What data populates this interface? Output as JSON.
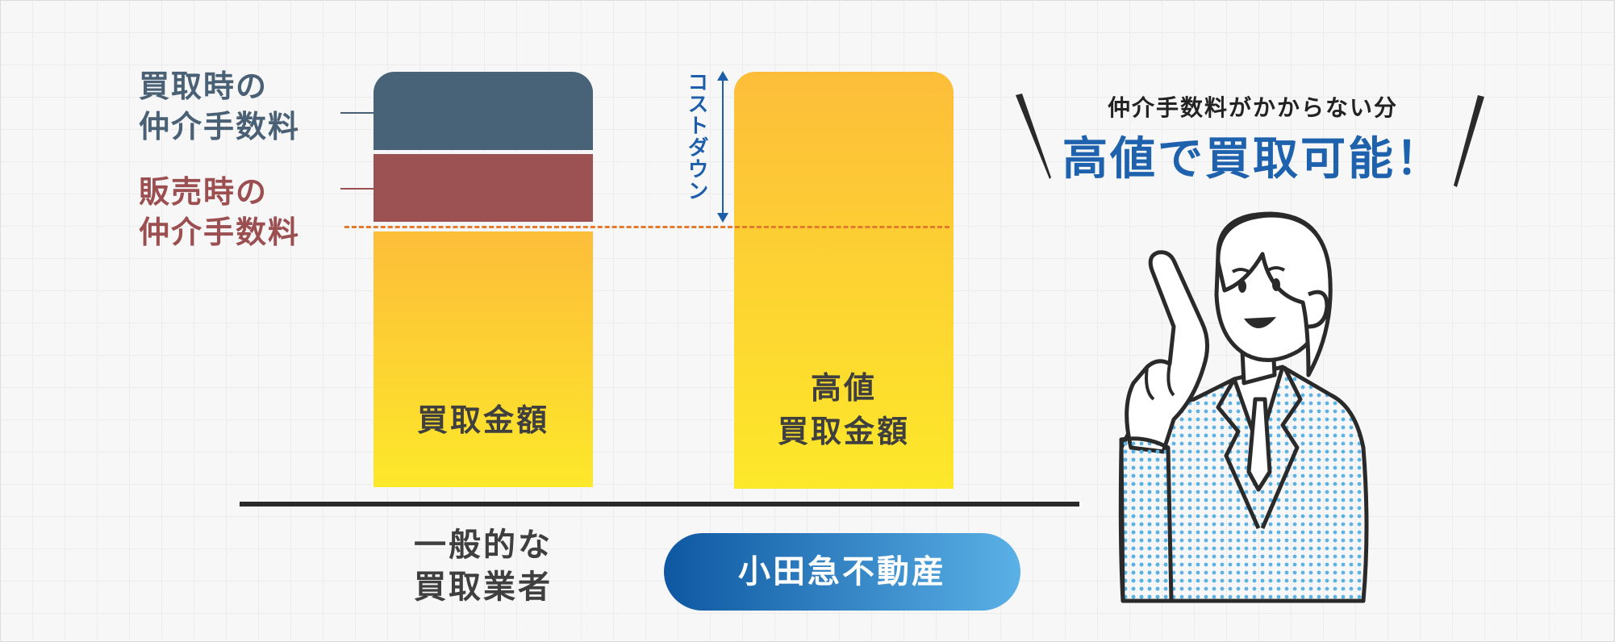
{
  "labels": {
    "buy_fee": [
      "買取時の",
      "仲介手数料"
    ],
    "sell_fee": [
      "販売時の",
      "仲介手数料"
    ]
  },
  "bars": {
    "left_amount": "買取金額",
    "right_amount": [
      "高値",
      "買取金額"
    ]
  },
  "cost_down": "コストダウン",
  "categories": {
    "general": [
      "一般的な",
      "買取業者"
    ],
    "company": "小田急不動産"
  },
  "callout": {
    "sub": "仲介手数料がかからない分",
    "main": "高値で買取可能！"
  },
  "colors": {
    "navy": "#486278",
    "maroon": "#9c5152",
    "yellow_top": "#fdbd3a",
    "yellow_bottom": "#fde82a",
    "accent_blue": "#1e62ad",
    "dash_orange": "#e47a2c"
  }
}
